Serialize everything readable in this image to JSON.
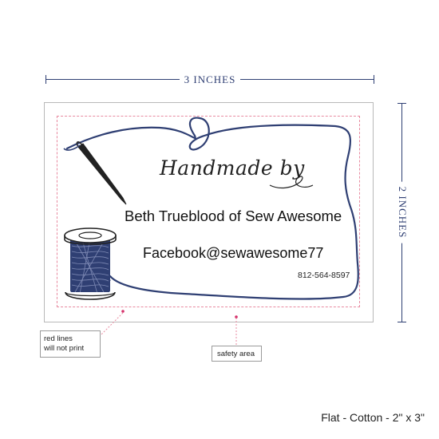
{
  "dimensions": {
    "width_label": "3 INCHES",
    "height_label": "2 INCHES"
  },
  "label_card": {
    "heading": "Handmade by",
    "name": "Beth Trueblood of Sew Awesome",
    "facebook": "Facebook@sewawesome77",
    "phone": "812-564-8597"
  },
  "annotations": {
    "red_lines_line1": "red lines",
    "red_lines_line2": "will not print",
    "safety_area": "safety area"
  },
  "caption": "Flat - Cotton - 2\" x 3\"",
  "colors": {
    "navy": "#2f3f73",
    "safety_line": "#e88aa0",
    "card_border": "#b9b9b9"
  },
  "icons": [
    "sewing-needle-icon",
    "thread-spool-icon",
    "thread-loop-border"
  ]
}
